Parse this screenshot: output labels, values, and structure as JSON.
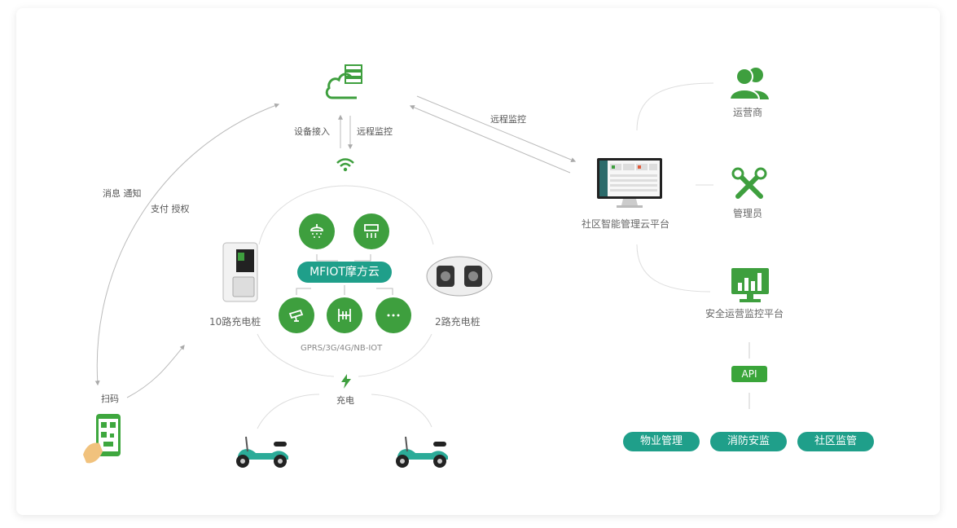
{
  "labels": {
    "device_access": "设备接入",
    "remote_monitor_down": "远程监控",
    "remote_monitor_right": "远程监控",
    "message_notify": "消息 通知",
    "pay_auth": "支付 授权",
    "scan_code": "扫码",
    "charge": "充电",
    "network": "GPRS/3G/4G/NB-IOT",
    "pile_10": "10路充电桩",
    "pile_2": "2路充电桩",
    "community_platform": "社区智能管理云平台",
    "operator": "运营商",
    "admin": "管理员",
    "safety_platform": "安全运营监控平台"
  },
  "cloud_name": "MFIOT摩方云",
  "api_label": "API",
  "apps": [
    "物业管理",
    "消防安监",
    "社区监管"
  ],
  "colors": {
    "green": "#3e9f3e",
    "teal": "#1f9f8a",
    "line": "#c8c8c8"
  }
}
